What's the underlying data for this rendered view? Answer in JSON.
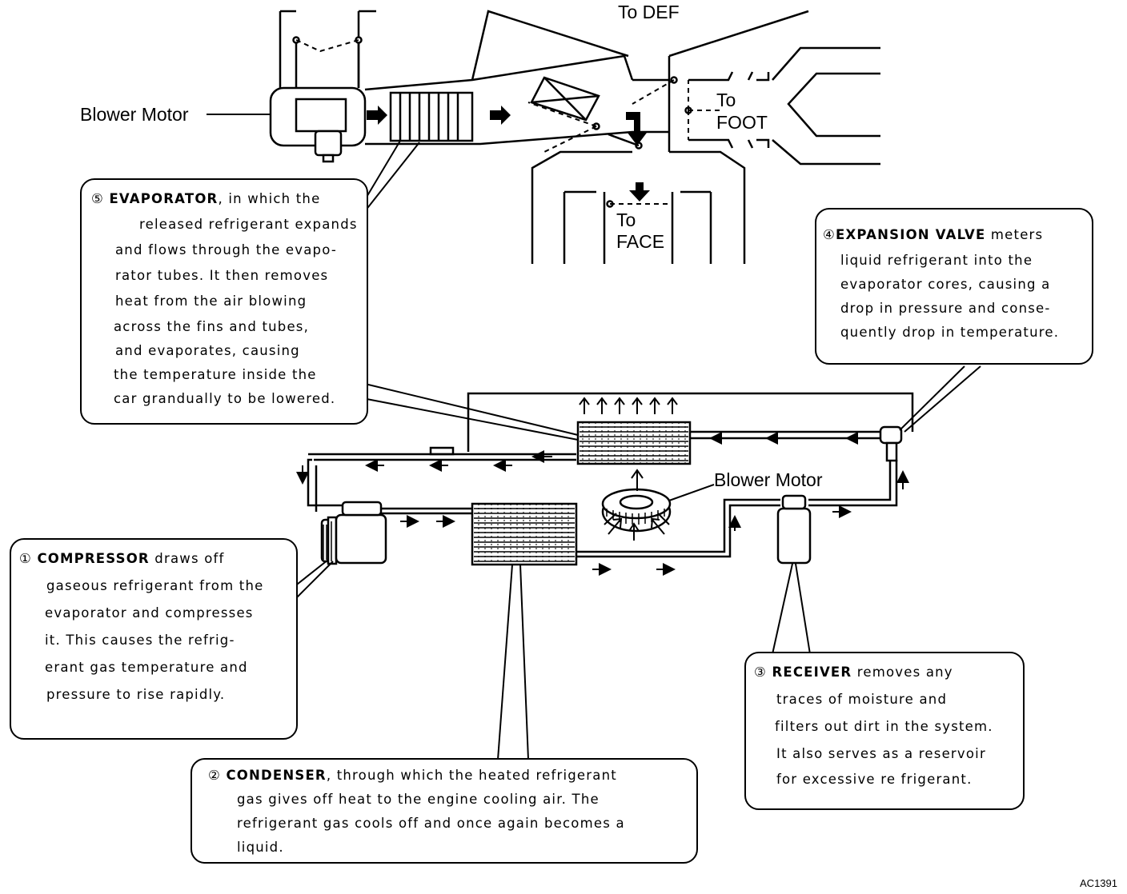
{
  "labels": {
    "to_def": "To DEF",
    "to_foot_1": "To",
    "to_foot_2": "FOOT",
    "to_face_1": "To",
    "to_face_2": "FACE",
    "blower_motor_top": "Blower Motor",
    "blower_motor_bottom": "Blower Motor",
    "figure_code": "AC1391"
  },
  "callouts": {
    "evaporator": {
      "number": "⑤",
      "title": "EVAPORATOR",
      "lines": [
        ", in which the",
        "released refrigerant expands",
        "and flows through the evapo-",
        "rator tubes. It then removes",
        "heat from the air blowing",
        "across the fins and tubes,",
        "and evaporates, causing",
        "the temperature inside the",
        "car grandually to be lowered."
      ]
    },
    "expansion_valve": {
      "number": "④",
      "title": "EXPANSION VALVE",
      "lines": [
        " meters",
        "liquid refrigerant into the",
        "evaporator cores, causing a",
        "drop in pressure and conse-",
        "quently drop in temperature."
      ]
    },
    "compressor": {
      "number": "①",
      "title": "COMPRESSOR",
      "lines": [
        " draws off",
        "gaseous refrigerant from the",
        "evaporator and compresses",
        "it. This causes the refrig-",
        "erant gas temperature and",
        "pressure to rise rapidly."
      ]
    },
    "condenser": {
      "number": "②",
      "title": "CONDENSER",
      "lines": [
        ", through which the heated refrigerant",
        "gas gives off heat to the engine cooling air.   The",
        "refrigerant gas cools off and once again becomes a",
        "liquid."
      ]
    },
    "receiver": {
      "number": "③",
      "title": "RECEIVER",
      "lines": [
        " removes any",
        "traces of moisture and",
        "filters out dirt in the system.",
        "It also serves as a reservoir",
        "for excessive re frigerant."
      ]
    }
  }
}
